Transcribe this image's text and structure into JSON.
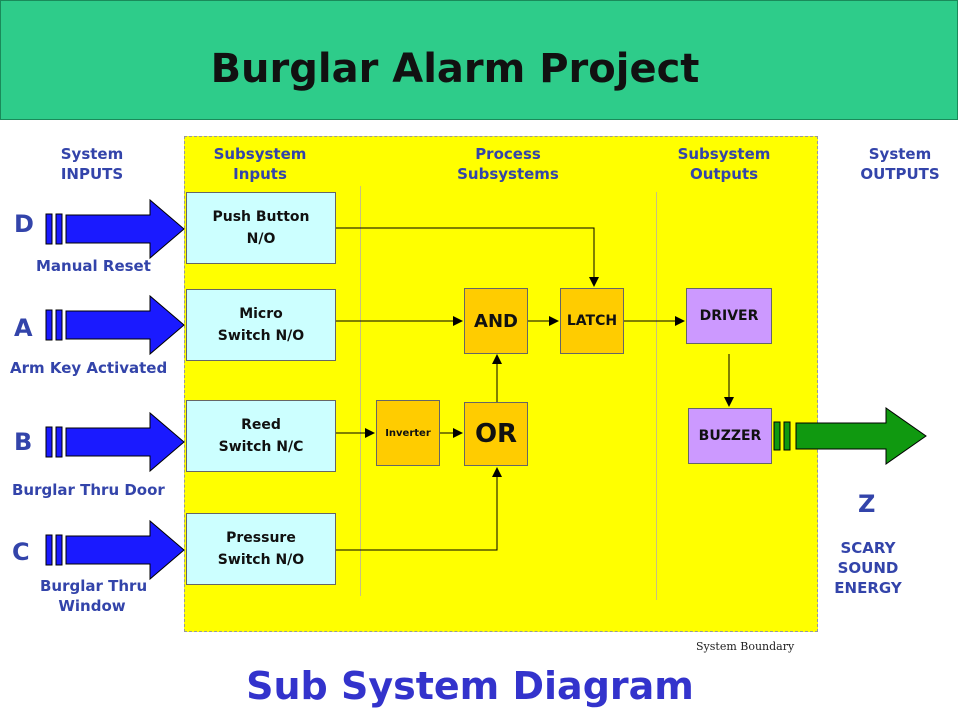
{
  "header": {
    "title": "Burglar Alarm Project"
  },
  "columns": {
    "system_inputs": [
      "System",
      "INPUTS"
    ],
    "subsystem_inputs": [
      "Subsystem",
      "Inputs"
    ],
    "process": [
      "Process",
      "Subsystems"
    ],
    "subsystem_outputs": [
      "Subsystem",
      "Outputs"
    ],
    "system_outputs": [
      "System",
      "OUTPUTS"
    ]
  },
  "inputs": [
    {
      "letter": "D",
      "label": "Manual Reset",
      "box": [
        "Push Button",
        "N/O"
      ]
    },
    {
      "letter": "A",
      "label": "Arm Key Activated",
      "box": [
        "Micro",
        "Switch N/O"
      ]
    },
    {
      "letter": "B",
      "label": "Burglar Thru Door",
      "box": [
        "Reed",
        "Switch N/C"
      ]
    },
    {
      "letter": "C",
      "label": [
        "Burglar Thru",
        "Window"
      ],
      "box": [
        "Pressure",
        "Switch N/O"
      ]
    }
  ],
  "process": {
    "and": "AND",
    "or": "OR",
    "inverter": "Inverter"
  },
  "outputs": {
    "latch": "LATCH",
    "driver": "DRIVER",
    "buzzer": "BUZZER"
  },
  "output": {
    "letter": "Z",
    "label": [
      "SCARY",
      "SOUND",
      "ENERGY"
    ]
  },
  "boundary_label": "System Boundary",
  "footer": {
    "title": "Sub System Diagram"
  },
  "colors": {
    "header": "#2ecc8a",
    "boundary_fill": "#ffff00",
    "input_arrow": "#1a1aff",
    "output_arrow": "#109910",
    "label_blue": "#3344aa",
    "input_box": "#ccffff",
    "gate": "#ffcc00",
    "output_box": "#cc99ff"
  }
}
